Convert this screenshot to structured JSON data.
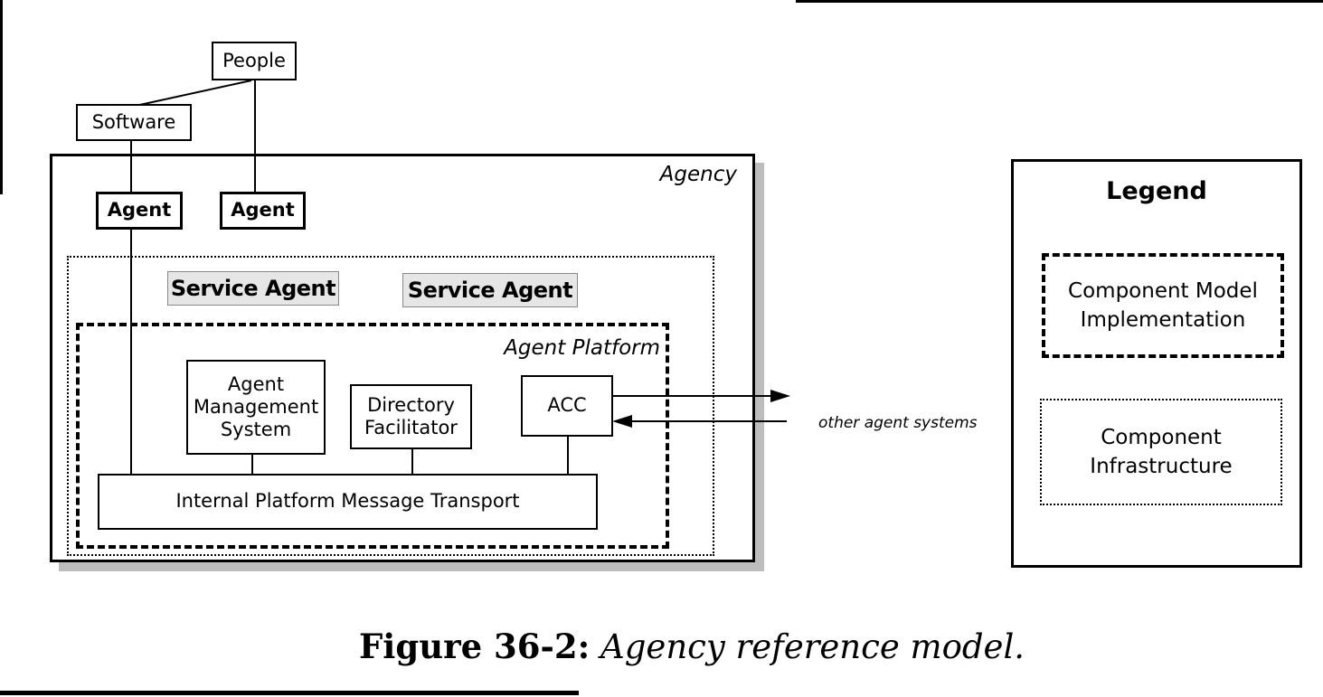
{
  "nodes": {
    "people": "People",
    "software": "Software",
    "agent_1": "Agent",
    "agent_2": "Agent",
    "agency": "Agency",
    "service_agent_1": "Service Agent",
    "service_agent_2": "Service Agent",
    "agent_platform": "Agent Platform",
    "ams": "Agent Management System",
    "df": "Directory Facilitator",
    "acc": "ACC",
    "transport": "Internal Platform Message Transport",
    "external": "other agent systems"
  },
  "legend": {
    "title": "Legend",
    "dashed_item": "Component Model Implementation",
    "dotted_item": "Component Infrastructure"
  },
  "caption": {
    "number": "Figure 36-2:",
    "text": "Agency reference model."
  }
}
